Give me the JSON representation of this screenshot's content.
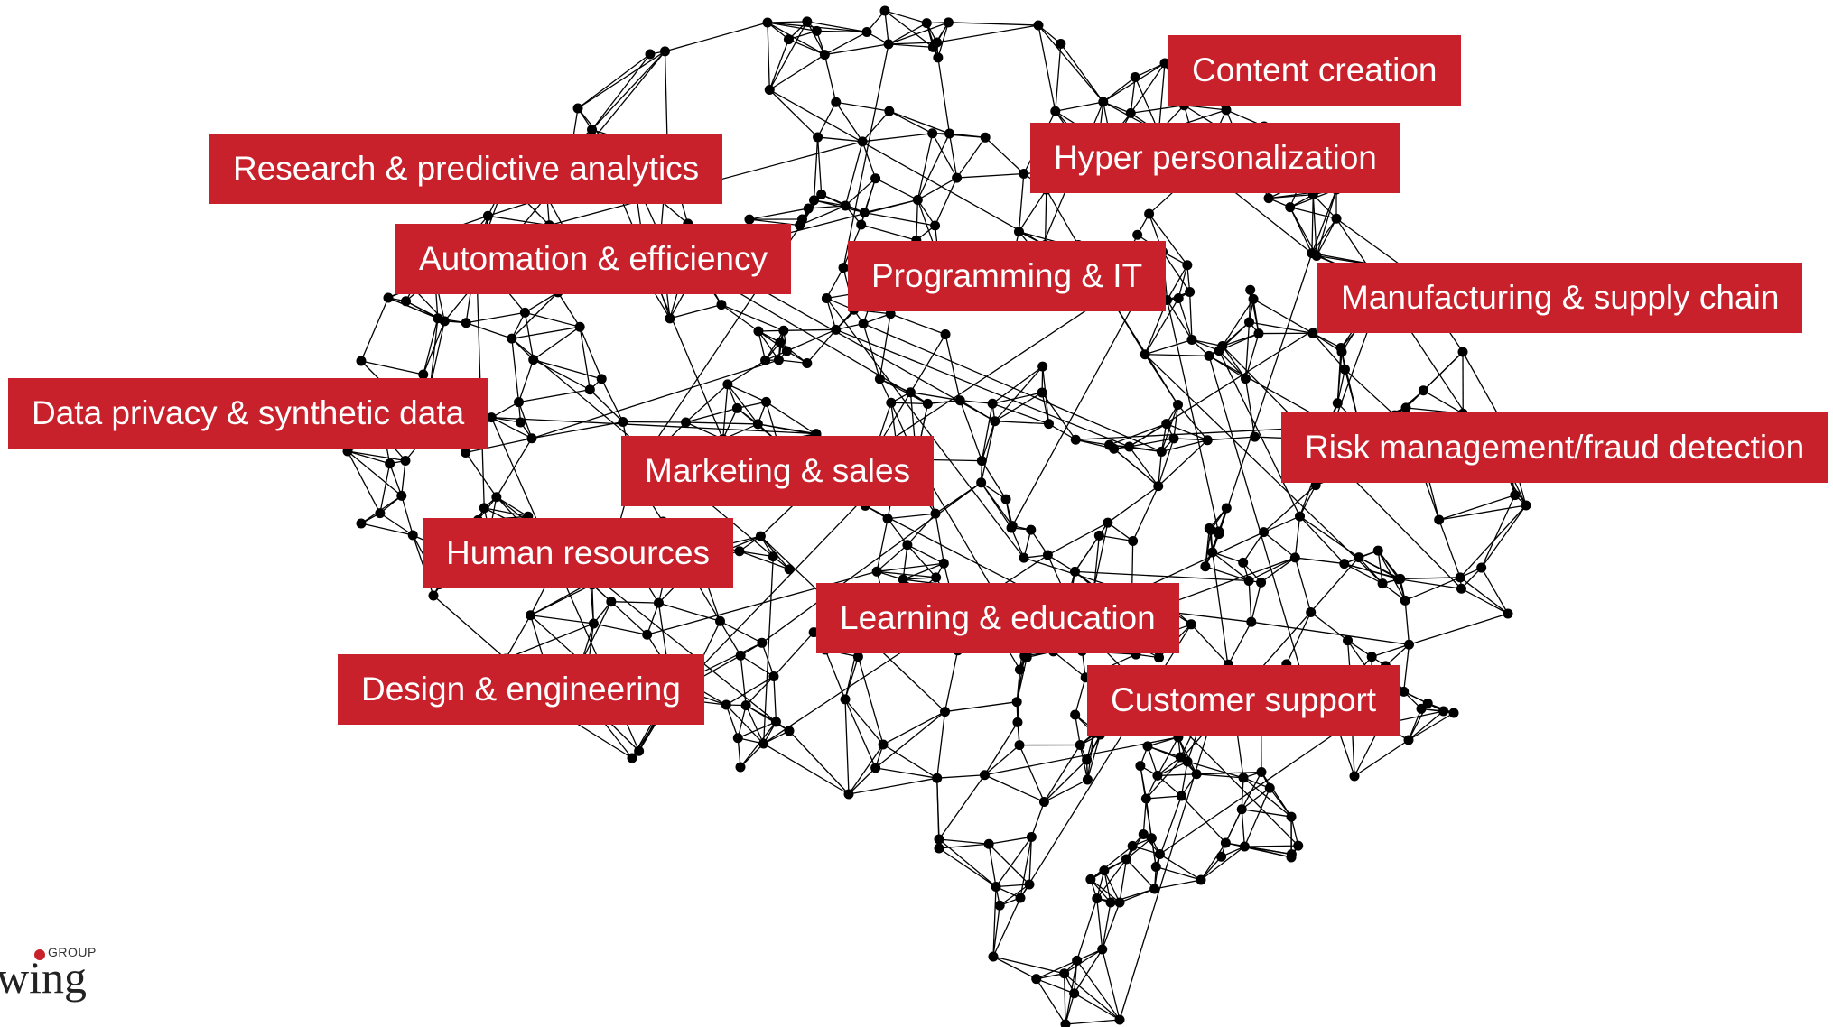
{
  "labels": [
    "Content creation",
    "Research & predictive analytics",
    "Hyper personalization",
    "Automation & efficiency",
    "Programming & IT",
    "Manufacturing & supply chain",
    "Data privacy & synthetic data",
    "Risk management/fraud detection",
    "Marketing & sales",
    "Human resources",
    "Learning & education",
    "Design & engineering",
    "Customer support"
  ],
  "logo": {
    "group": "GROUP",
    "word": "wing"
  },
  "colors": {
    "label_bg": "#c8212b",
    "label_text": "#ffffff",
    "network": "#000000",
    "background": "#ffffff"
  }
}
